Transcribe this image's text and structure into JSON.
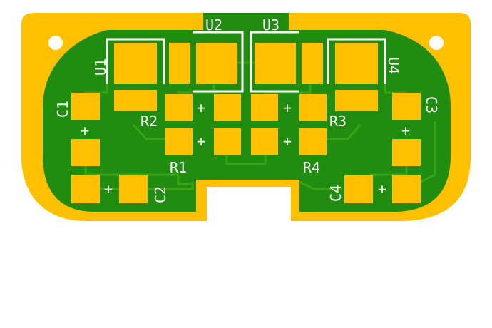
{
  "colors": {
    "background": "#ffffff",
    "copper": "#ffc000",
    "ground_fill": "#208c10",
    "trace": "#3aa318",
    "silkscreen": "#ffffff",
    "hole": "#ffffff"
  },
  "labels": {
    "u1": "U1",
    "u2": "U2",
    "u3": "U3",
    "u4": "U4",
    "c1": "C1",
    "c2": "C2",
    "c3": "C3",
    "c4": "C4",
    "r1": "R1",
    "r2": "R2",
    "r3": "R3",
    "r4": "R4"
  },
  "polarity": {
    "plus": "+"
  }
}
